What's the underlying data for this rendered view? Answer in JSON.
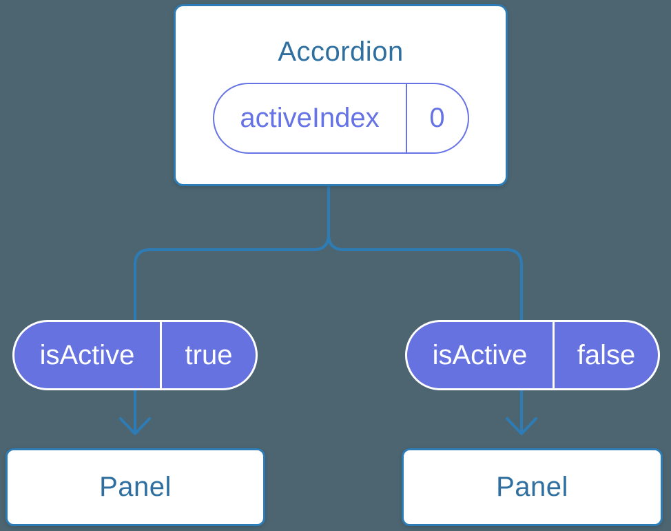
{
  "colors": {
    "background": "#4D6570",
    "connector": "#2E7CB5",
    "card_bg": "#FFFFFF",
    "card_border": "#2E7CB5",
    "heading_text": "#2E6F9F",
    "pill_fill": "#6572E0",
    "pill_outline": "#6673E5",
    "pill_text_light": "#FFFFFF"
  },
  "accordion": {
    "title": "Accordion",
    "state_pill": {
      "name": "activeIndex",
      "value": "0"
    }
  },
  "children": [
    {
      "prop_pill": {
        "name": "isActive",
        "value": "true"
      },
      "panel_label": "Panel"
    },
    {
      "prop_pill": {
        "name": "isActive",
        "value": "false"
      },
      "panel_label": "Panel"
    }
  ]
}
